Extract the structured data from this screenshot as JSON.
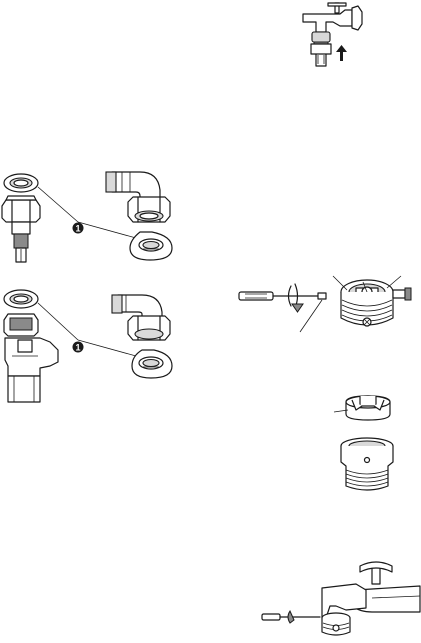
{
  "callouts": [
    {
      "id": "top",
      "label": "1"
    },
    {
      "id": "bottom",
      "label": "1"
    }
  ],
  "icons": [
    "faucet-with-hose-connector",
    "arrow-up",
    "hose-connector-screw-type",
    "hose-connector-push-type",
    "screwdriver",
    "connector-assembly",
    "spacer-ring",
    "adapter-body",
    "faucet-mounting"
  ]
}
